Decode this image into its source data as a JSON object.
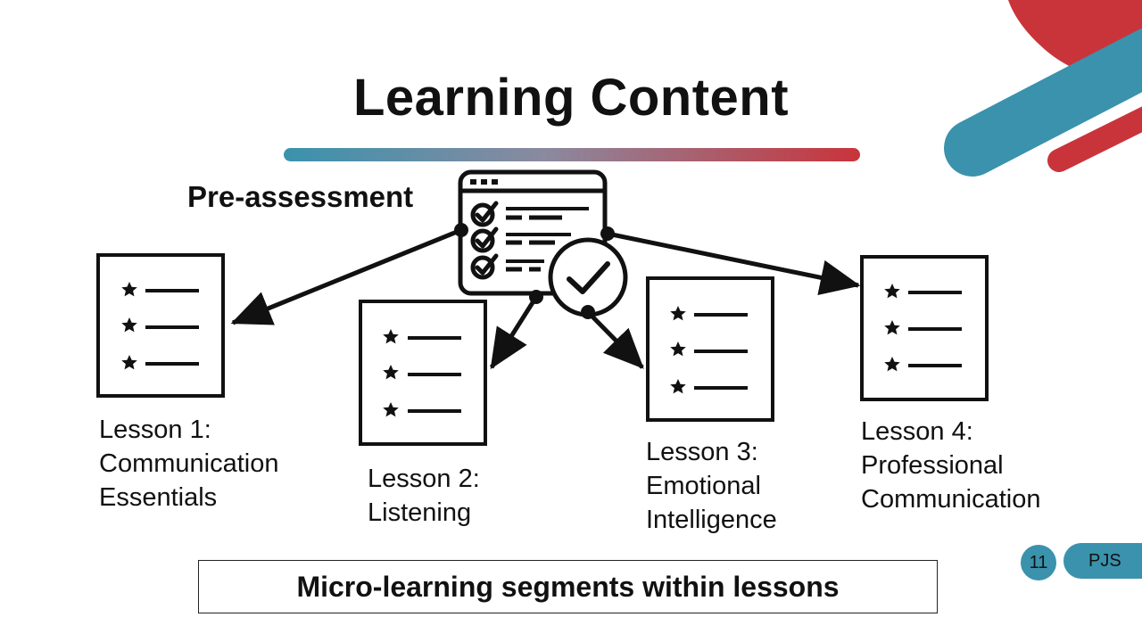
{
  "slide": {
    "title": "Learning Content",
    "pre_assessment_label": "Pre-assessment",
    "lessons": [
      {
        "lines": [
          "Lesson 1:",
          "Communication",
          "Essentials"
        ]
      },
      {
        "lines": [
          "Lesson 2:",
          "Listening"
        ]
      },
      {
        "lines": [
          "Lesson 3:",
          "Emotional",
          "Intelligence"
        ]
      },
      {
        "lines": [
          "Lesson 4:",
          "Professional",
          "Communication"
        ]
      }
    ],
    "footer_note": "Micro-learning segments within lessons",
    "page_number": "11",
    "author": "PJS"
  },
  "theme": {
    "accent_red": "#c9343b",
    "accent_teal": "#3a92ad",
    "ink": "#111111"
  },
  "icons": {
    "assessment": "checklist-clipboard-icon",
    "lesson": "star-list-document-icon",
    "complete": "checkmark-circle-icon"
  }
}
